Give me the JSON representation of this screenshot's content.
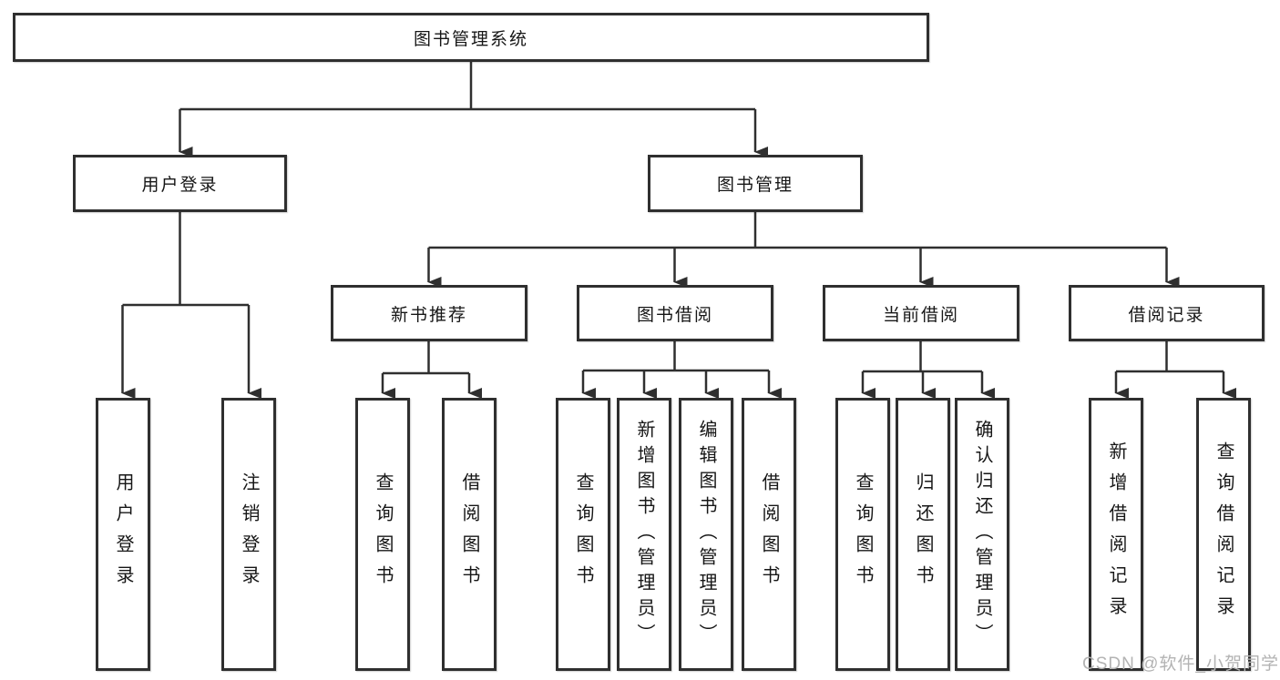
{
  "diagram": {
    "root": {
      "label": "图书管理系统"
    },
    "branches": [
      {
        "label": "用户登录",
        "children": [
          {
            "label": "用户登录"
          },
          {
            "label": "注销登录"
          }
        ]
      },
      {
        "label": "图书管理",
        "children": [
          {
            "label": "新书推荐",
            "children": [
              {
                "label": "查询图书"
              },
              {
                "label": "借阅图书"
              }
            ]
          },
          {
            "label": "图书借阅",
            "children": [
              {
                "label": "查询图书"
              },
              {
                "label": "新增图书（管理员）"
              },
              {
                "label": "编辑图书（管理员）"
              },
              {
                "label": "借阅图书"
              }
            ]
          },
          {
            "label": "当前借阅",
            "children": [
              {
                "label": "查询图书"
              },
              {
                "label": "归还图书"
              },
              {
                "label": "确认归还（管理员）"
              }
            ]
          },
          {
            "label": "借阅记录",
            "children": [
              {
                "label": "新增借阅记录"
              },
              {
                "label": "查询借阅记录"
              }
            ]
          }
        ]
      }
    ],
    "watermark": "CSDN @软件_小贺同学",
    "colors": {
      "line": "#2f2f2f",
      "box_border": "#2f2f2f",
      "box_fill": "#ffffff",
      "text": "#161616",
      "watermark": "#b3b3b3"
    }
  }
}
